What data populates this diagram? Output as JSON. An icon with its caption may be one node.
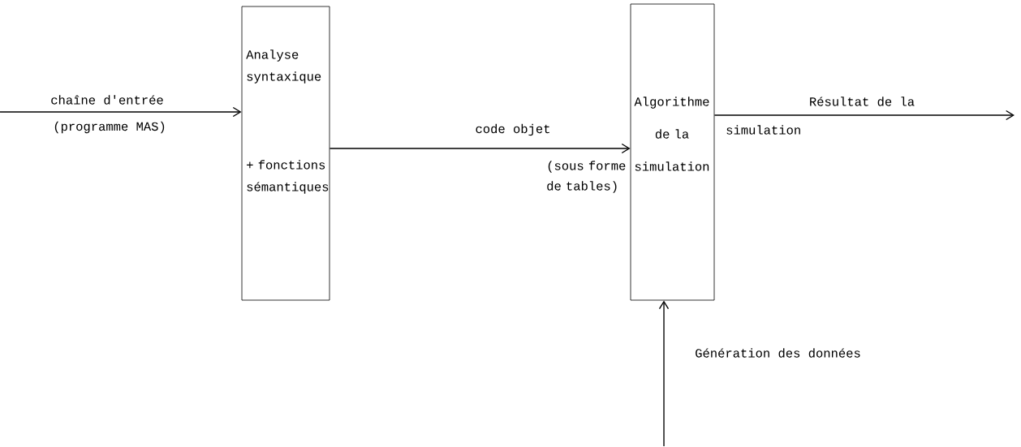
{
  "diagram": {
    "nodes": [
      {
        "text": [
          "Analyse syntaxique",
          "+ fonctions sémantiques"
        ]
      },
      {
        "text": [
          "Algorithme de la simulation"
        ]
      }
    ],
    "edges": [
      {
        "from": null,
        "to": 0,
        "arrow": "to",
        "label": "chaîne d'entrée"
      },
      {
        "from": 0,
        "to": 1,
        "arrow": "to",
        "label": "code objet"
      },
      {
        "from": 1,
        "to": null,
        "arrow": "to",
        "label": "Résultat de la"
      },
      {
        "from": null,
        "to": 1,
        "arrow": "to",
        "label": "Génération des données"
      }
    ],
    "labels": [
      "(programme MAS)",
      "(sous forme de tables)",
      "simulation"
    ]
  }
}
